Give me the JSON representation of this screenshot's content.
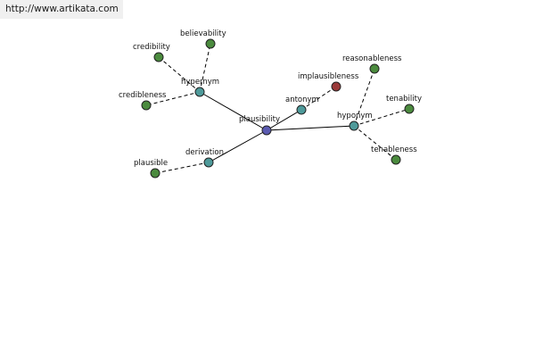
{
  "header": {
    "url": "http://www.artikata.com"
  },
  "colors": {
    "center": "#5a5ab0",
    "relation": "#4e9a9a",
    "word": "#4b8b3e",
    "antonym_word": "#9b3a3a"
  },
  "graph": {
    "nodes": [
      {
        "id": "plausibility",
        "label": "plausibility",
        "kind": "center"
      },
      {
        "id": "hypernym",
        "label": "hypernym",
        "kind": "relation"
      },
      {
        "id": "derivation",
        "label": "derivation",
        "kind": "relation"
      },
      {
        "id": "antonym",
        "label": "antonym",
        "kind": "relation"
      },
      {
        "id": "hyponym",
        "label": "hyponym",
        "kind": "relation"
      },
      {
        "id": "credibility",
        "label": "credibility",
        "kind": "word"
      },
      {
        "id": "believability",
        "label": "believability",
        "kind": "word"
      },
      {
        "id": "credibleness",
        "label": "credibleness",
        "kind": "word"
      },
      {
        "id": "plausible",
        "label": "plausible",
        "kind": "word"
      },
      {
        "id": "implausibleness",
        "label": "implausibleness",
        "kind": "antonym_word"
      },
      {
        "id": "reasonableness",
        "label": "reasonableness",
        "kind": "word"
      },
      {
        "id": "tenability",
        "label": "tenability",
        "kind": "word"
      },
      {
        "id": "tenableness",
        "label": "tenableness",
        "kind": "word"
      }
    ],
    "edges": [
      {
        "from": "plausibility",
        "to": "hypernym",
        "style": "solid"
      },
      {
        "from": "plausibility",
        "to": "derivation",
        "style": "solid"
      },
      {
        "from": "plausibility",
        "to": "antonym",
        "style": "solid"
      },
      {
        "from": "plausibility",
        "to": "hyponym",
        "style": "solid"
      },
      {
        "from": "hypernym",
        "to": "credibility",
        "style": "dashed"
      },
      {
        "from": "hypernym",
        "to": "believability",
        "style": "dashed"
      },
      {
        "from": "hypernym",
        "to": "credibleness",
        "style": "dashed"
      },
      {
        "from": "derivation",
        "to": "plausible",
        "style": "dashed"
      },
      {
        "from": "antonym",
        "to": "implausibleness",
        "style": "dashed"
      },
      {
        "from": "hyponym",
        "to": "reasonableness",
        "style": "dashed"
      },
      {
        "from": "hyponym",
        "to": "tenability",
        "style": "dashed"
      },
      {
        "from": "hyponym",
        "to": "tenableness",
        "style": "dashed"
      }
    ]
  }
}
